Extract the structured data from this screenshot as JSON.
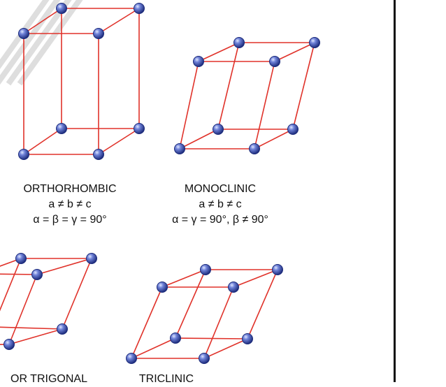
{
  "colors": {
    "edge": "#e0322a",
    "atom_light": "#c9d3f5",
    "atom_mid": "#4e62c4",
    "atom_dark": "#1b2a7a",
    "watermark": "#dedede",
    "divider": "#111111"
  },
  "cells": [
    {
      "id": "orthorhombic",
      "name": "ORTHORHOMBIC",
      "axes": "a ≠ b ≠ c",
      "angles": "α = β = γ = 90°"
    },
    {
      "id": "monoclinic",
      "name": "MONOCLINIC",
      "axes": "a ≠ b ≠ c",
      "angles": "α = γ = 90°,  β ≠ 90°"
    },
    {
      "id": "rhombohedral",
      "name": "OR TRIGONAL"
    },
    {
      "id": "triclinic",
      "name": "TRICLINIC"
    }
  ]
}
